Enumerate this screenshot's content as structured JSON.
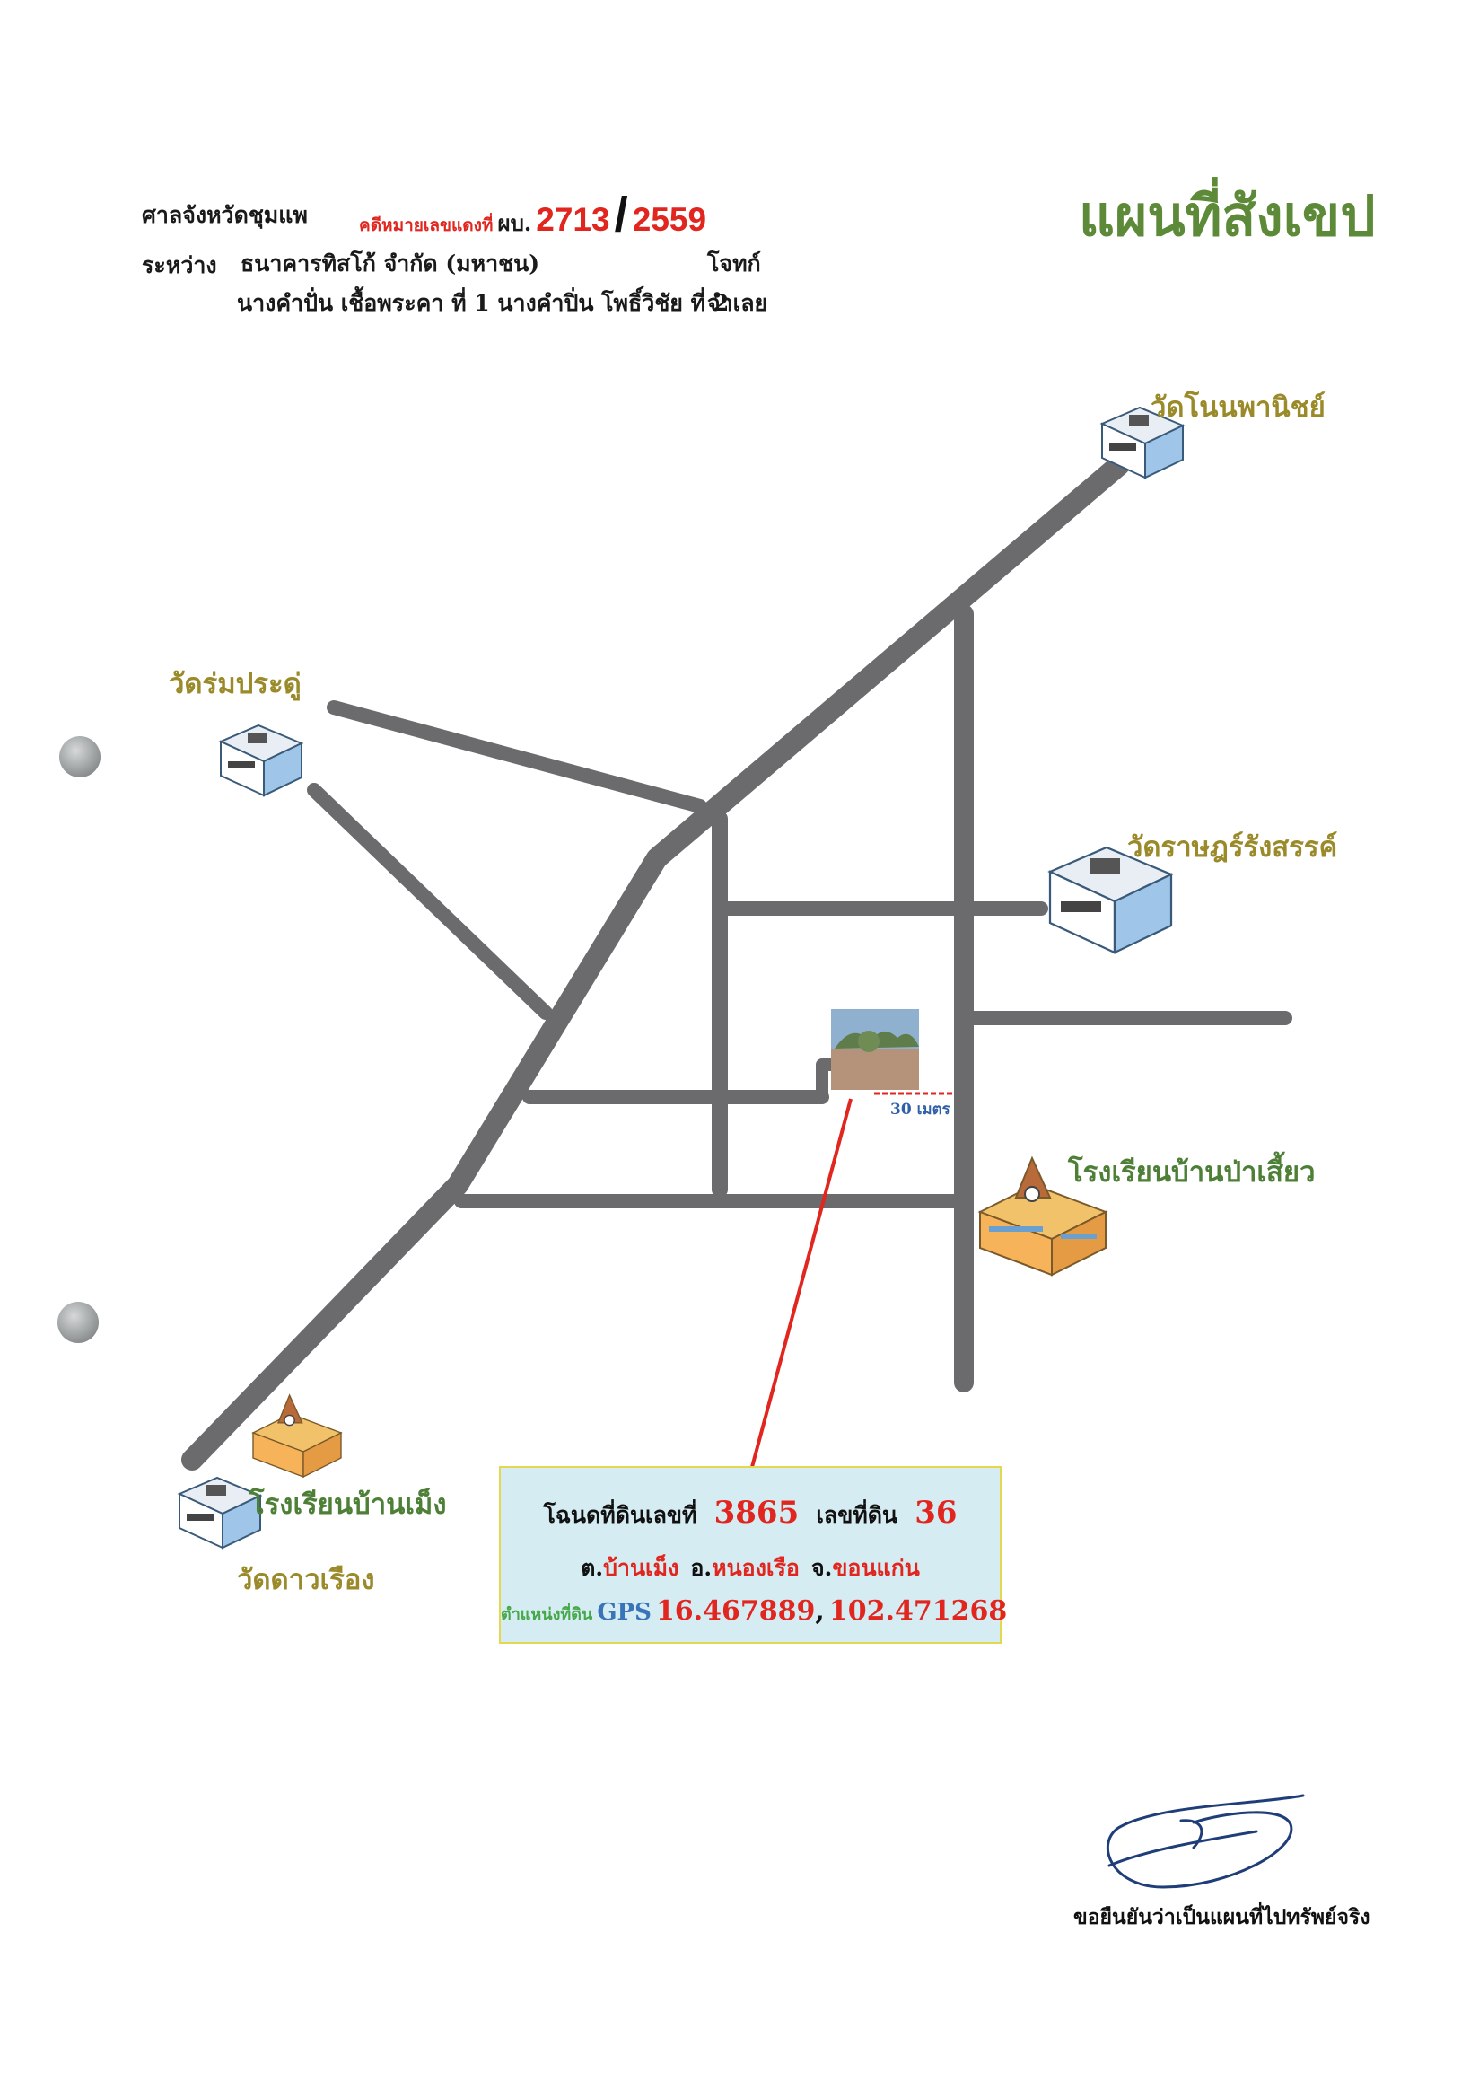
{
  "header": {
    "court": "ศาลจังหวัดชุมแพ",
    "case_label": "คดีหมายเลขแดงที่",
    "case_prefix": "ผบ.",
    "case_number": "2713",
    "case_slash": "/",
    "case_year": "2559",
    "between_label": "ระหว่าง",
    "plaintiff_name": "ธนาคารทิสโก้ จำกัด (มหาชน)",
    "plaintiff_role": "โจทก์",
    "defendants_name": "นางคำปั่น เชื้อพระคา ที่ 1 นางคำปิ่น โพธิ์วิชัย ที่ 2",
    "defendants_role": "จำเลย"
  },
  "map_title": "แผนที่สังเขป",
  "landmarks": {
    "wat_non_phanit": "วัดโนนพานิชย์",
    "wat_rom_pradu": "วัดร่มประดู่",
    "wat_rat_rangsan": "วัดราษฎร์รังสรรค์",
    "school_ban_pa_siao": "โรงเรียนบ้านป่าเสี้ยว",
    "school_ban_meng": "โรงเรียนบ้านเม็ง",
    "wat_dao_rueang": "วัดดาวเรือง"
  },
  "scale_label": "30 เมตร",
  "info_box": {
    "deed_label": "โฉนดที่ดินเลขที่",
    "deed_number": "3865",
    "land_label": "เลขที่ดิน",
    "land_number": "36",
    "t_prefix": "ต.",
    "tambon": "บ้านเม็ง",
    "a_prefix": "อ.",
    "amphoe": "หนองเรือ",
    "c_prefix": "จ.",
    "changwat": "ขอนแก่น",
    "location_label": "ตำแหน่งที่ดิน",
    "gps_label": "GPS",
    "lat": "16.467889",
    "comma": ",",
    "lon": "102.471268"
  },
  "signature_note": "ขอยืนยันว่าเป็นแผนที่ไปทรัพย์จริง",
  "colors": {
    "road": "#6b6b6e",
    "pointer": "#e0261f",
    "title_green": "#5d8a38",
    "label_yellow": "#9a8a2a",
    "info_bg": "#d6ecf3",
    "info_border": "#e4d84e",
    "signature": "#1f3d78"
  }
}
